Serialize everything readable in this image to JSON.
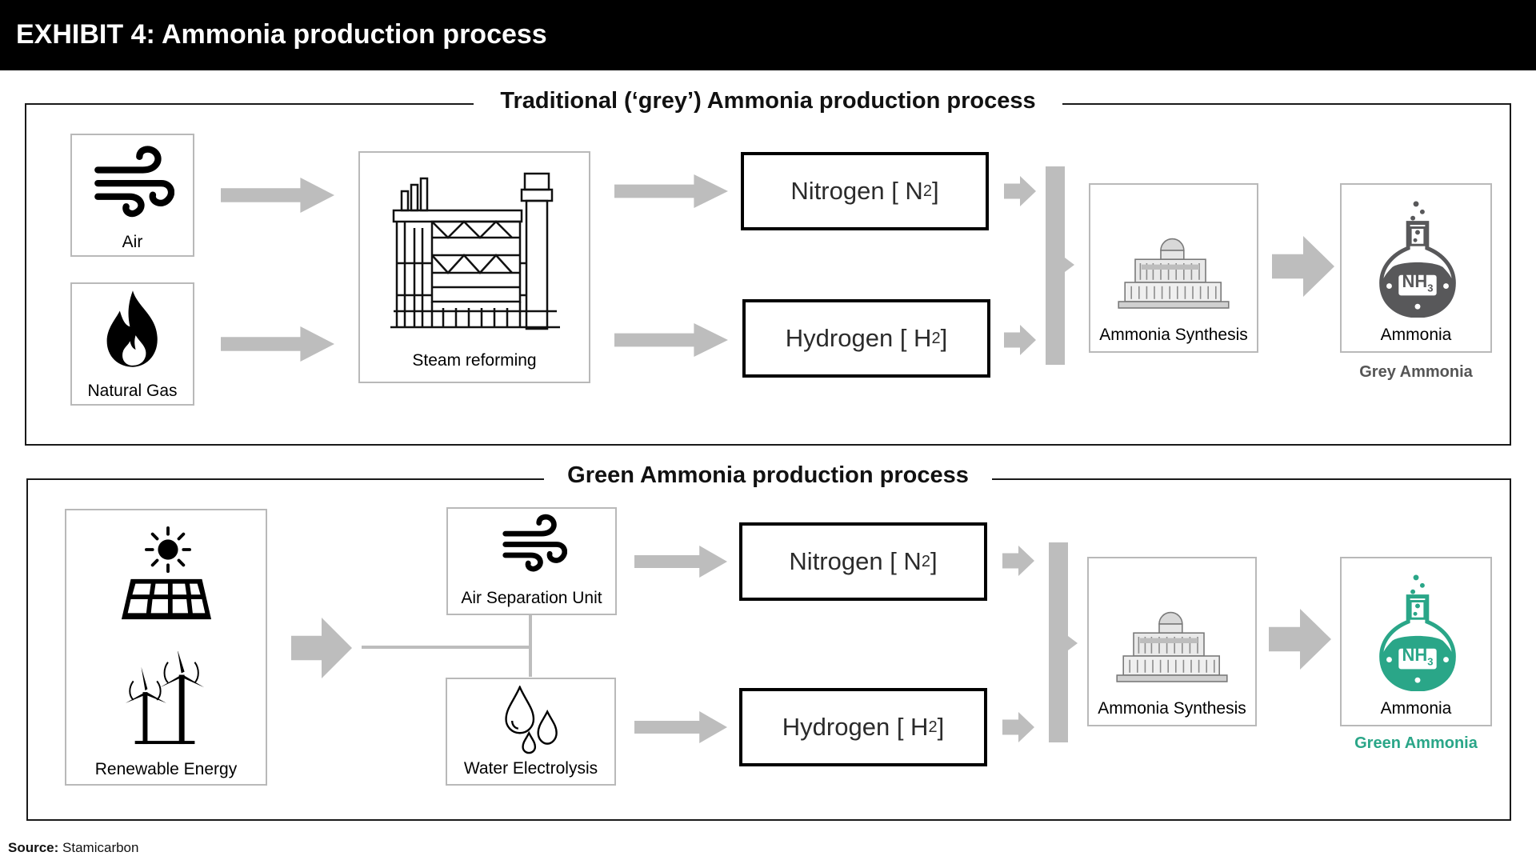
{
  "header": {
    "title": "EXHIBIT 4: Ammonia production process"
  },
  "grey_section": {
    "title": "Traditional (‘grey’) Ammonia production process",
    "inputs": [
      {
        "label": "Air",
        "icon": "wind-icon"
      },
      {
        "label": "Natural Gas",
        "icon": "flame-icon"
      }
    ],
    "process": {
      "label": "Steam reforming",
      "icon": "refinery-plant-icon"
    },
    "gases": [
      {
        "name": "Nitrogen [ N",
        "sub": "2",
        "close": " ]"
      },
      {
        "name": "Hydrogen [ H",
        "sub": "2",
        "close": " ]"
      }
    ],
    "synthesis": {
      "label": "Ammonia Synthesis",
      "icon": "factory-icon"
    },
    "output": {
      "label": "Ammonia",
      "formula": "NH",
      "formula_sub": "3",
      "icon": "flask-icon"
    },
    "result": {
      "label": "Grey Ammonia",
      "color": "#555555"
    },
    "flask_color": "#58585a"
  },
  "green_section": {
    "title": "Green Ammonia production process",
    "input": {
      "label": "Renewable Energy",
      "icons": [
        "sun-icon",
        "solar-panel-icon",
        "wind-turbine-icon"
      ]
    },
    "units": [
      {
        "label": "Air Separation Unit",
        "icon": "wind-icon"
      },
      {
        "label": "Water Electrolysis",
        "icon": "water-drops-icon"
      }
    ],
    "gases": [
      {
        "name": "Nitrogen [ N",
        "sub": "2",
        "close": " ]"
      },
      {
        "name": "Hydrogen [ H",
        "sub": "2",
        "close": " ]"
      }
    ],
    "synthesis": {
      "label": "Ammonia Synthesis",
      "icon": "factory-icon"
    },
    "output": {
      "label": "Ammonia",
      "formula": "NH",
      "formula_sub": "3",
      "icon": "flask-icon"
    },
    "result": {
      "label": "Green Ammonia",
      "color": "#2aa688"
    },
    "flask_color": "#2aa688"
  },
  "source": {
    "label": "Source:",
    "text": "Stamicarbon"
  },
  "colors": {
    "arrow": "#bdbdbd",
    "box_border": "#b9b9b9",
    "frame": "#1a1a1a"
  }
}
